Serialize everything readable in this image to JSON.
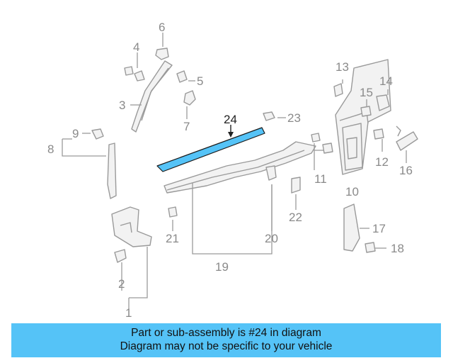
{
  "callouts": [
    "1",
    "2",
    "3",
    "4",
    "5",
    "6",
    "7",
    "8",
    "9",
    "10",
    "11",
    "12",
    "13",
    "14",
    "15",
    "16",
    "17",
    "18",
    "19",
    "20",
    "21",
    "22",
    "23",
    "24"
  ],
  "highlight_color": "#55c3f7",
  "banner": {
    "line1": "Part or sub-assembly is #24 in diagram",
    "line2": "Diagram may not be specific to your vehicle"
  }
}
